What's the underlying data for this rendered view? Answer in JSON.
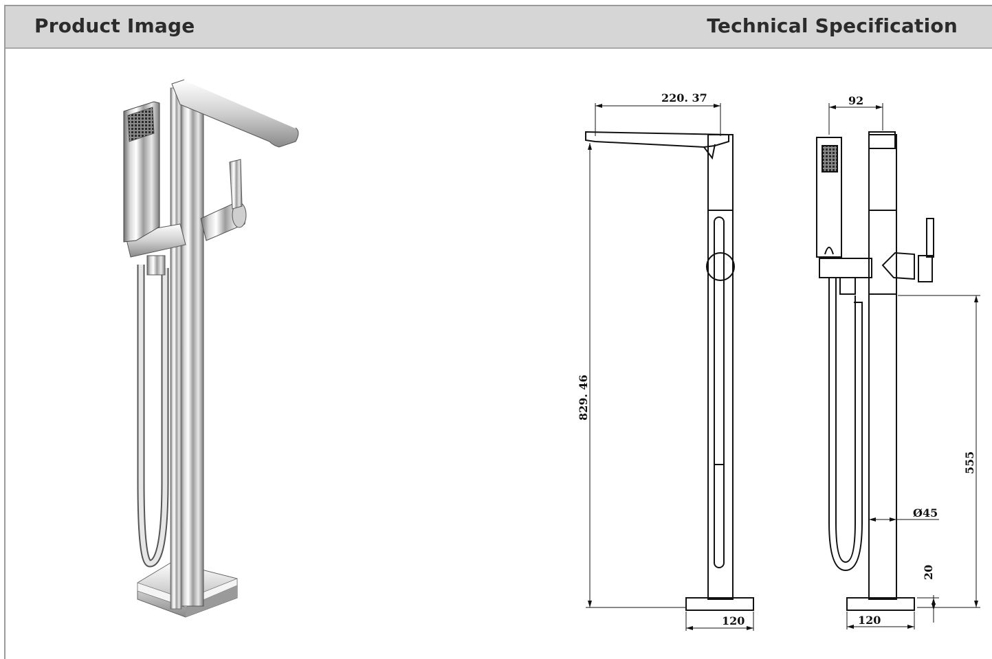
{
  "header": {
    "left_title": "Product Image",
    "right_title": "Technical Specification"
  },
  "dimensions": {
    "spout_reach": "220. 37",
    "total_height": "829. 46",
    "base_width_side": "120",
    "handset_offset": "92",
    "handle_height": "555",
    "column_diameter": "Ø45",
    "base_thickness": "20",
    "base_width_front": "120"
  }
}
